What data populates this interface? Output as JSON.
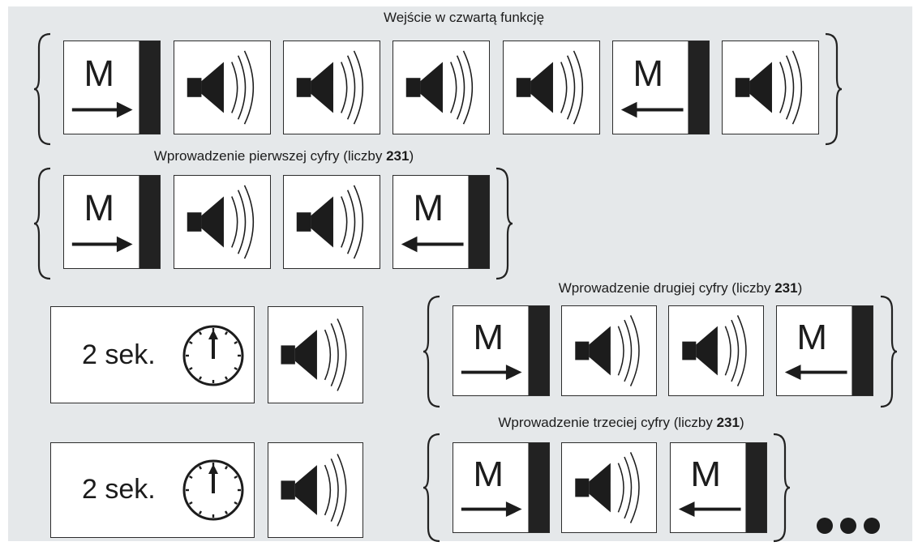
{
  "groups": [
    {
      "caption_text": "Wejście w czwartą funkcję",
      "caption_bold": "",
      "caption_suffix": ""
    },
    {
      "caption_text": "Wprowadzenie pierwszej cyfry (liczby ",
      "caption_bold": "231",
      "caption_suffix": ")"
    },
    {
      "caption_text": "Wprowadzenie drugiej cyfry (liczby ",
      "caption_bold": "231",
      "caption_suffix": ")"
    },
    {
      "caption_text": "Wprowadzenie trzeciej cyfry (liczby ",
      "caption_bold": "231",
      "caption_suffix": ")"
    }
  ],
  "m_letter": "M",
  "timer_labels": [
    "2 sek.",
    "2 sek."
  ],
  "icons": {
    "m_enter": "m-arrow-right-icon",
    "m_exit": "m-arrow-left-icon",
    "beep": "speaker-icon",
    "timer": "clock-icon",
    "continues": "ellipsis-icon"
  },
  "sequences": {
    "function_entry": [
      "m_enter",
      "beep",
      "beep",
      "beep",
      "beep",
      "m_exit",
      "beep"
    ],
    "first_digit": [
      "m_enter",
      "beep",
      "beep",
      "m_exit"
    ],
    "second_digit": [
      "m_enter",
      "beep",
      "beep",
      "m_exit"
    ],
    "third_digit": [
      "m_enter",
      "beep",
      "m_exit"
    ]
  },
  "colors": {
    "background": "#e5e8ea",
    "tile": "#ffffff",
    "ink": "#1c1c1c",
    "bar": "#222222"
  }
}
